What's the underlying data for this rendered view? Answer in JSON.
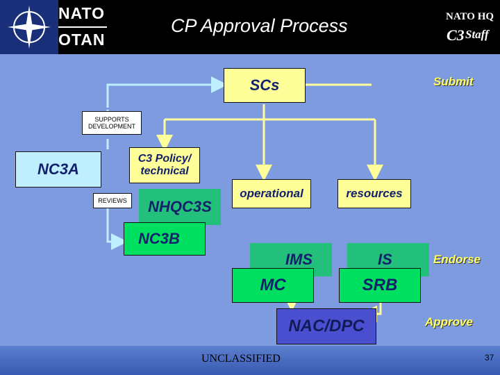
{
  "header": {
    "logo_top": "NATO",
    "logo_bottom": "OTAN",
    "title": "CP Approval Process",
    "hq": "NATO HQ",
    "c3": "C3",
    "staff": "Staff"
  },
  "nodes": {
    "scs": "SCs",
    "nc3a": "NC3A",
    "c3_policy_line1": "C3 Policy/",
    "c3_policy_line2": "technical",
    "nhqc3s": "NHQC3S",
    "nc3b": "NC3B",
    "operational": "operational",
    "resources": "resources",
    "ims": "IMS",
    "mc": "MC",
    "is": "IS",
    "srb": "SRB",
    "nac_dpc": "NAC/DPC"
  },
  "labels": {
    "submit": "Submit",
    "supports_line1": "SUPPORTS",
    "supports_line2": "DEVELOPMENT",
    "reviews": "REVIEWS",
    "endorse": "Endorse",
    "approve": "Approve"
  },
  "footer": {
    "classification": "UNCLASSIFIED",
    "page": "37"
  },
  "colors": {
    "background": "#7f9be0",
    "yellow_box": "#ffff99",
    "green_box": "#22c07a",
    "nc3b_box": "#00e060",
    "nac_box": "#4a4fd0",
    "connector_yellow": "#ffff99",
    "connector_cyan": "#bfefff",
    "label_yellow": "#ffff66"
  }
}
